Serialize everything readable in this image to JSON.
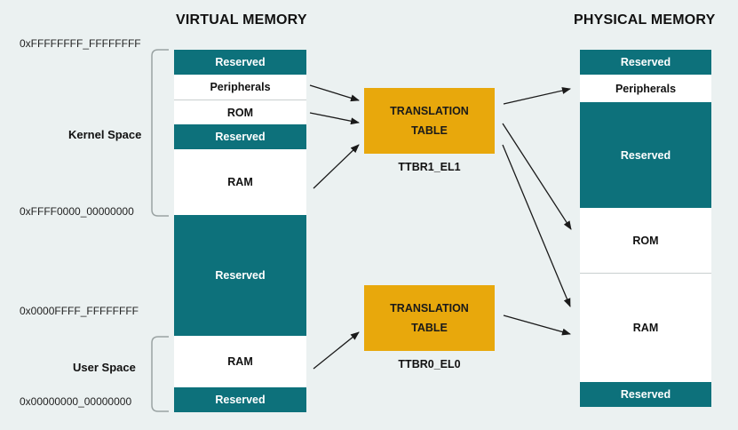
{
  "titles": {
    "virtual": "VIRTUAL MEMORY",
    "physical": "PHYSICAL MEMORY"
  },
  "addresses": {
    "a0": "0xFFFFFFFF_FFFFFFFF",
    "a1": "0xFFFF0000_00000000",
    "a2": "0x0000FFFF_FFFFFFFF",
    "a3": "0x00000000_00000000"
  },
  "spaces": {
    "kernel": "Kernel Space",
    "user": "User Space"
  },
  "virtual_blocks": [
    {
      "label": "Reserved",
      "kind": "reserved"
    },
    {
      "label": "Peripherals",
      "kind": "peripherals"
    },
    {
      "label": "ROM",
      "kind": "rom"
    },
    {
      "label": "Reserved",
      "kind": "reserved"
    },
    {
      "label": "RAM",
      "kind": "ram"
    },
    {
      "label": "Reserved",
      "kind": "reserved"
    },
    {
      "label": "RAM",
      "kind": "ram"
    },
    {
      "label": "Reserved",
      "kind": "reserved"
    }
  ],
  "physical_blocks": [
    {
      "label": "Reserved",
      "kind": "reserved"
    },
    {
      "label": "Peripherals",
      "kind": "peripherals"
    },
    {
      "label": "Reserved",
      "kind": "reserved"
    },
    {
      "label": "ROM",
      "kind": "rom"
    },
    {
      "label": "RAM",
      "kind": "ram"
    },
    {
      "label": "Reserved",
      "kind": "reserved"
    }
  ],
  "translation_tables": [
    {
      "line1": "TRANSLATION",
      "line2": "TABLE",
      "register": "TTBR1_EL1"
    },
    {
      "line1": "TRANSLATION",
      "line2": "TABLE",
      "register": "TTBR0_EL0"
    }
  ],
  "colors": {
    "background": "#ebf1f1",
    "reserved": "#0d717b",
    "table": "#e8a80c",
    "region": "#ffffff"
  }
}
